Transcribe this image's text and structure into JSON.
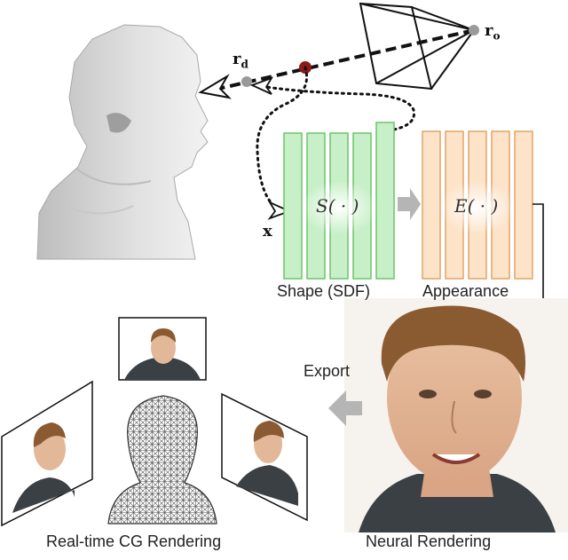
{
  "labels": {
    "ray_origin": "r",
    "ray_origin_sub": "o",
    "ray_direction": "r",
    "ray_direction_sub": "d",
    "point": "x",
    "shape_fn": "S( · )",
    "appearance_fn": "E( · )",
    "shape_caption": "Shape (SDF)",
    "appearance_caption": "Appearance",
    "export": "Export",
    "neural_caption": "Neural Rendering",
    "realtime_caption": "Real-time CG Rendering"
  },
  "colors": {
    "shape_fill": "#c8f0c8",
    "shape_stroke": "#6cc46c",
    "appearance_fill": "#fde3c8",
    "appearance_stroke": "#e0a468",
    "arrow_gray": "#b5b5b5",
    "sample_point": "#8b1a1a",
    "gray_point": "#9a9a9a"
  },
  "icons": {
    "camera": "camera-frustum-icon",
    "head_mesh": "head-sdf-mesh-icon",
    "wireframe": "wireframe-head-icon"
  }
}
